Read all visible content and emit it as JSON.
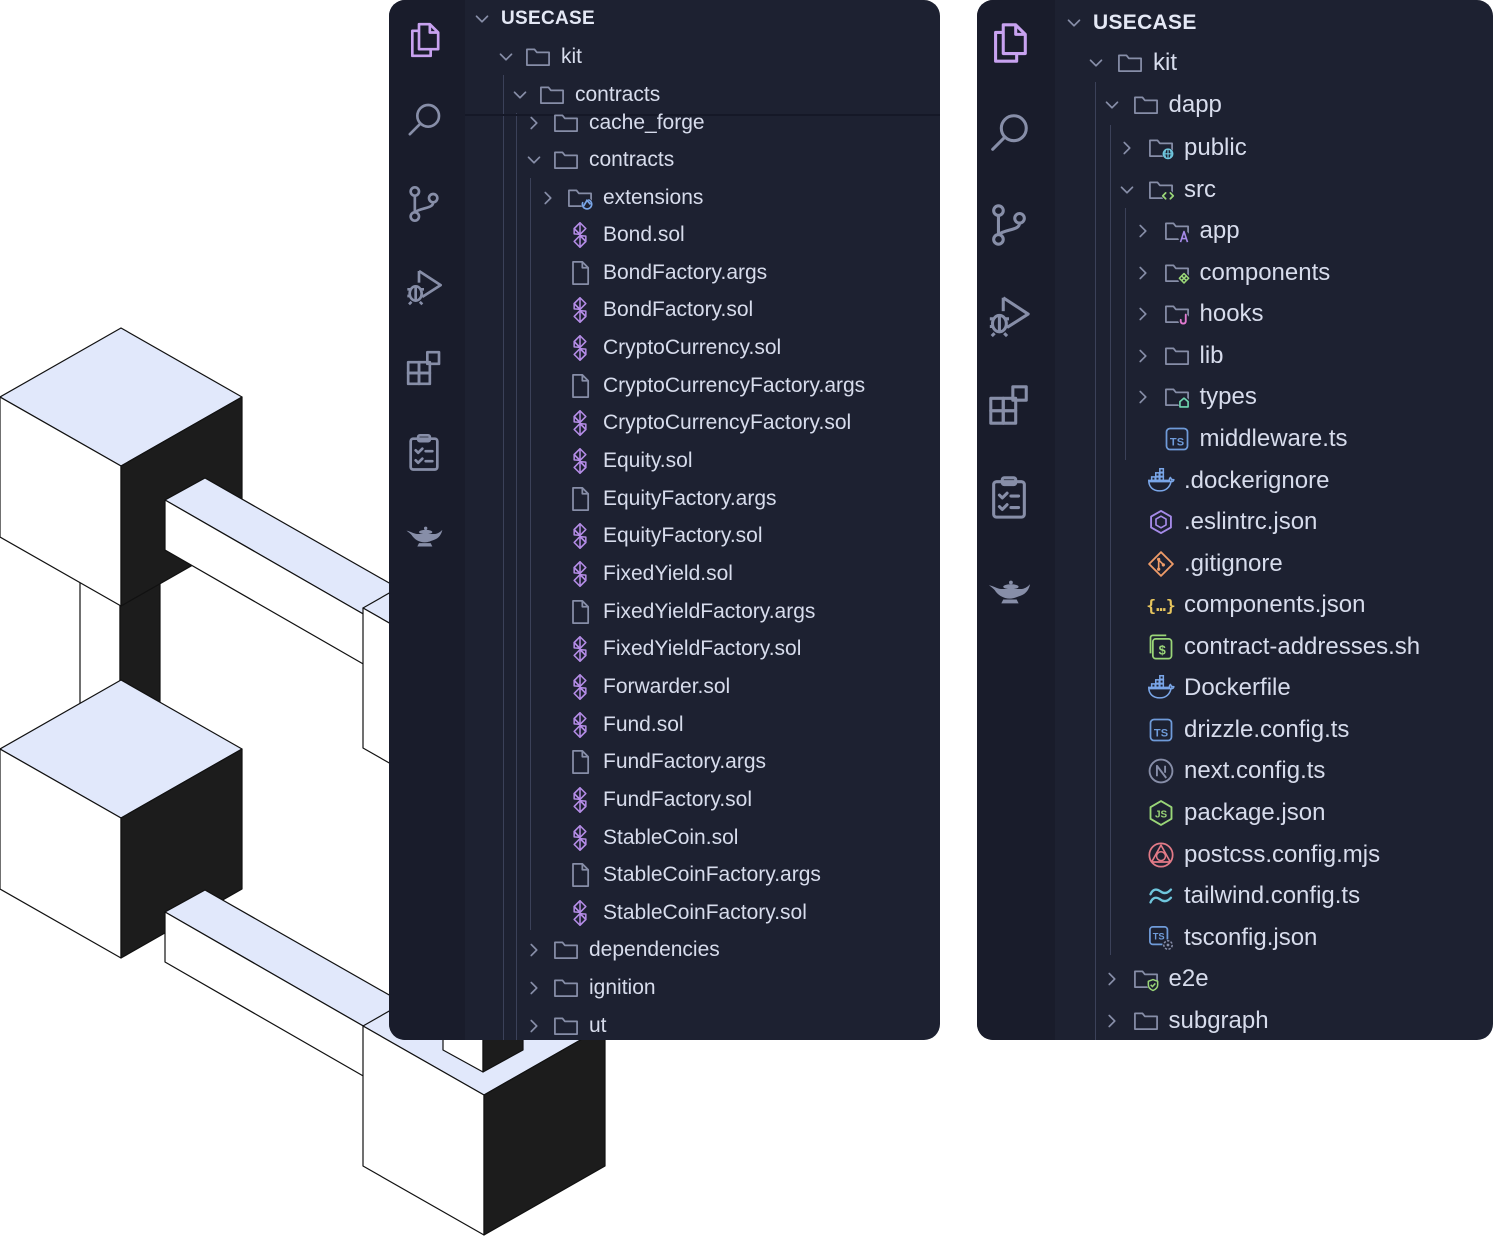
{
  "left_panel": {
    "header": "USECASE",
    "rows": [
      {
        "label": "kit",
        "depth": 1,
        "type": "folder",
        "expanded": true,
        "icon": "folder-icon"
      },
      {
        "label": "contracts",
        "depth": 2,
        "type": "folder",
        "expanded": true,
        "icon": "folder-icon"
      },
      {
        "label": "cache_forge",
        "depth": 3,
        "type": "folder",
        "expanded": false,
        "icon": "folder-icon"
      },
      {
        "label": "contracts",
        "depth": 3,
        "type": "folder",
        "expanded": true,
        "icon": "folder-icon"
      },
      {
        "label": "extensions",
        "depth": 4,
        "type": "folder",
        "expanded": false,
        "icon": "folder-extension-icon"
      },
      {
        "label": "Bond.sol",
        "depth": 4,
        "type": "file",
        "icon": "solidity-icon"
      },
      {
        "label": "BondFactory.args",
        "depth": 4,
        "type": "file",
        "icon": "file-icon"
      },
      {
        "label": "BondFactory.sol",
        "depth": 4,
        "type": "file",
        "icon": "solidity-icon"
      },
      {
        "label": "CryptoCurrency.sol",
        "depth": 4,
        "type": "file",
        "icon": "solidity-icon"
      },
      {
        "label": "CryptoCurrencyFactory.args",
        "depth": 4,
        "type": "file",
        "icon": "file-icon"
      },
      {
        "label": "CryptoCurrencyFactory.sol",
        "depth": 4,
        "type": "file",
        "icon": "solidity-icon"
      },
      {
        "label": "Equity.sol",
        "depth": 4,
        "type": "file",
        "icon": "solidity-icon"
      },
      {
        "label": "EquityFactory.args",
        "depth": 4,
        "type": "file",
        "icon": "file-icon"
      },
      {
        "label": "EquityFactory.sol",
        "depth": 4,
        "type": "file",
        "icon": "solidity-icon"
      },
      {
        "label": "FixedYield.sol",
        "depth": 4,
        "type": "file",
        "icon": "solidity-icon"
      },
      {
        "label": "FixedYieldFactory.args",
        "depth": 4,
        "type": "file",
        "icon": "file-icon"
      },
      {
        "label": "FixedYieldFactory.sol",
        "depth": 4,
        "type": "file",
        "icon": "solidity-icon"
      },
      {
        "label": "Forwarder.sol",
        "depth": 4,
        "type": "file",
        "icon": "solidity-icon"
      },
      {
        "label": "Fund.sol",
        "depth": 4,
        "type": "file",
        "icon": "solidity-icon"
      },
      {
        "label": "FundFactory.args",
        "depth": 4,
        "type": "file",
        "icon": "file-icon"
      },
      {
        "label": "FundFactory.sol",
        "depth": 4,
        "type": "file",
        "icon": "solidity-icon"
      },
      {
        "label": "StableCoin.sol",
        "depth": 4,
        "type": "file",
        "icon": "solidity-icon"
      },
      {
        "label": "StableCoinFactory.args",
        "depth": 4,
        "type": "file",
        "icon": "file-icon"
      },
      {
        "label": "StableCoinFactory.sol",
        "depth": 4,
        "type": "file",
        "icon": "solidity-icon"
      },
      {
        "label": "dependencies",
        "depth": 3,
        "type": "folder",
        "expanded": false,
        "icon": "folder-icon"
      },
      {
        "label": "ignition",
        "depth": 3,
        "type": "folder",
        "expanded": false,
        "icon": "folder-icon"
      },
      {
        "label": "ut",
        "depth": 3,
        "type": "folder",
        "expanded": false,
        "icon": "folder-icon"
      }
    ]
  },
  "right_panel": {
    "header": "USECASE",
    "rows": [
      {
        "label": "kit",
        "depth": 1,
        "type": "folder",
        "expanded": true,
        "icon": "folder-icon"
      },
      {
        "label": "dapp",
        "depth": 2,
        "type": "folder",
        "expanded": true,
        "icon": "folder-icon"
      },
      {
        "label": "public",
        "depth": 3,
        "type": "folder",
        "expanded": false,
        "icon": "folder-public-icon"
      },
      {
        "label": "src",
        "depth": 3,
        "type": "folder",
        "expanded": true,
        "icon": "folder-src-icon"
      },
      {
        "label": "app",
        "depth": 4,
        "type": "folder",
        "expanded": false,
        "icon": "folder-app-icon"
      },
      {
        "label": "components",
        "depth": 4,
        "type": "folder",
        "expanded": false,
        "icon": "folder-components-icon"
      },
      {
        "label": "hooks",
        "depth": 4,
        "type": "folder",
        "expanded": false,
        "icon": "folder-hooks-icon"
      },
      {
        "label": "lib",
        "depth": 4,
        "type": "folder",
        "expanded": false,
        "icon": "folder-icon"
      },
      {
        "label": "types",
        "depth": 4,
        "type": "folder",
        "expanded": false,
        "icon": "folder-types-icon"
      },
      {
        "label": "middleware.ts",
        "depth": 4,
        "type": "file",
        "icon": "typescript-icon"
      },
      {
        "label": ".dockerignore",
        "depth": 3,
        "type": "file",
        "icon": "docker-icon"
      },
      {
        "label": ".eslintrc.json",
        "depth": 3,
        "type": "file",
        "icon": "eslint-icon"
      },
      {
        "label": ".gitignore",
        "depth": 3,
        "type": "file",
        "icon": "git-icon"
      },
      {
        "label": "components.json",
        "depth": 3,
        "type": "file",
        "icon": "json-icon"
      },
      {
        "label": "contract-addresses.sh",
        "depth": 3,
        "type": "file",
        "icon": "shell-icon"
      },
      {
        "label": "Dockerfile",
        "depth": 3,
        "type": "file",
        "icon": "docker-icon"
      },
      {
        "label": "drizzle.config.ts",
        "depth": 3,
        "type": "file",
        "icon": "typescript-icon"
      },
      {
        "label": "next.config.ts",
        "depth": 3,
        "type": "file",
        "icon": "nextjs-icon"
      },
      {
        "label": "package.json",
        "depth": 3,
        "type": "file",
        "icon": "nodejs-icon"
      },
      {
        "label": "postcss.config.mjs",
        "depth": 3,
        "type": "file",
        "icon": "postcss-icon"
      },
      {
        "label": "tailwind.config.ts",
        "depth": 3,
        "type": "file",
        "icon": "tailwind-icon"
      },
      {
        "label": "tsconfig.json",
        "depth": 3,
        "type": "file",
        "icon": "tsconfig-icon"
      },
      {
        "label": "e2e",
        "depth": 2,
        "type": "folder",
        "expanded": false,
        "icon": "folder-test-icon"
      },
      {
        "label": "subgraph",
        "depth": 2,
        "type": "folder",
        "expanded": false,
        "icon": "folder-icon"
      }
    ]
  },
  "activity_bar": [
    {
      "name": "explorer-icon",
      "active": true
    },
    {
      "name": "search-icon",
      "active": false
    },
    {
      "name": "source-control-icon",
      "active": false
    },
    {
      "name": "run-debug-icon",
      "active": false
    },
    {
      "name": "extensions-icon",
      "active": false
    },
    {
      "name": "tasks-icon",
      "active": false
    },
    {
      "name": "genie-lamp-icon",
      "active": false
    }
  ],
  "colors": {
    "panel_bg": "#1d2131",
    "activity_bg": "#191c2b",
    "text": "#d7dcec",
    "icon_muted": "#878ea8",
    "accent_purple": "#c8a2f0",
    "solidity": "#b48ce6",
    "typescript": "#6f9bd9",
    "docker": "#7aa6e8",
    "eslint": "#a58ae8",
    "git": "#ee9b68",
    "json": "#e8c65e",
    "shell": "#9ad678",
    "nodejs": "#9ad678",
    "postcss": "#e27a87",
    "tailwind": "#6fc6dd",
    "cube_top": "#e1e8fb",
    "cube_dark": "#1c1c1c"
  }
}
